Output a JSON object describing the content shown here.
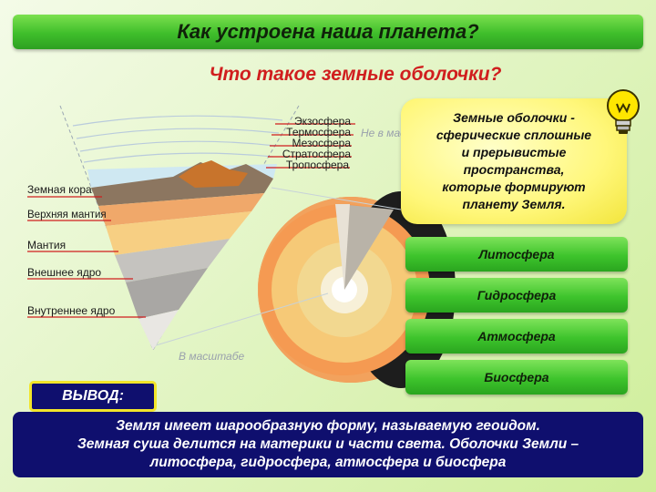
{
  "slide": {
    "title": "Как устроена наша планета?",
    "subtitle": "Что такое земные оболочки?"
  },
  "diagram": {
    "atmosphere_layers": [
      "Экзосфера",
      "Термосфера",
      "Мезосфера",
      "Стратосфера",
      "Тропосфера"
    ],
    "earth_layers": [
      "Земная кора",
      "Верхняя мантия",
      "Мантия",
      "Внешнее ядро",
      "Внутреннее ядро"
    ],
    "not_to_scale": "Не в масштабе",
    "to_scale": "В масштабе"
  },
  "definition": {
    "lines": [
      "Земные оболочки -",
      "сферические сплошные",
      "и прерывистые",
      "пространства,",
      "которые формируют",
      "планету Земля."
    ],
    "icon": "lightbulb-icon"
  },
  "spheres": [
    "Литосфера",
    "Гидросфера",
    "Атмосфера",
    "Биосфера"
  ],
  "conclusion": {
    "label": "ВЫВОД:",
    "lines": [
      "Земля имеет шарообразную форму, называемую геоидом.",
      "Земная суша делится на материки и части света. Оболочки Земли –",
      "литосфера, гидросфера, атмосфера и биосфера"
    ]
  },
  "colors": {
    "title_green": "#3fbe2b",
    "subtitle_red": "#d01e1e",
    "definition_yellow": "#fff77a",
    "conclusion_navy": "#0f0f6e",
    "badge_border": "#f2e52a"
  }
}
